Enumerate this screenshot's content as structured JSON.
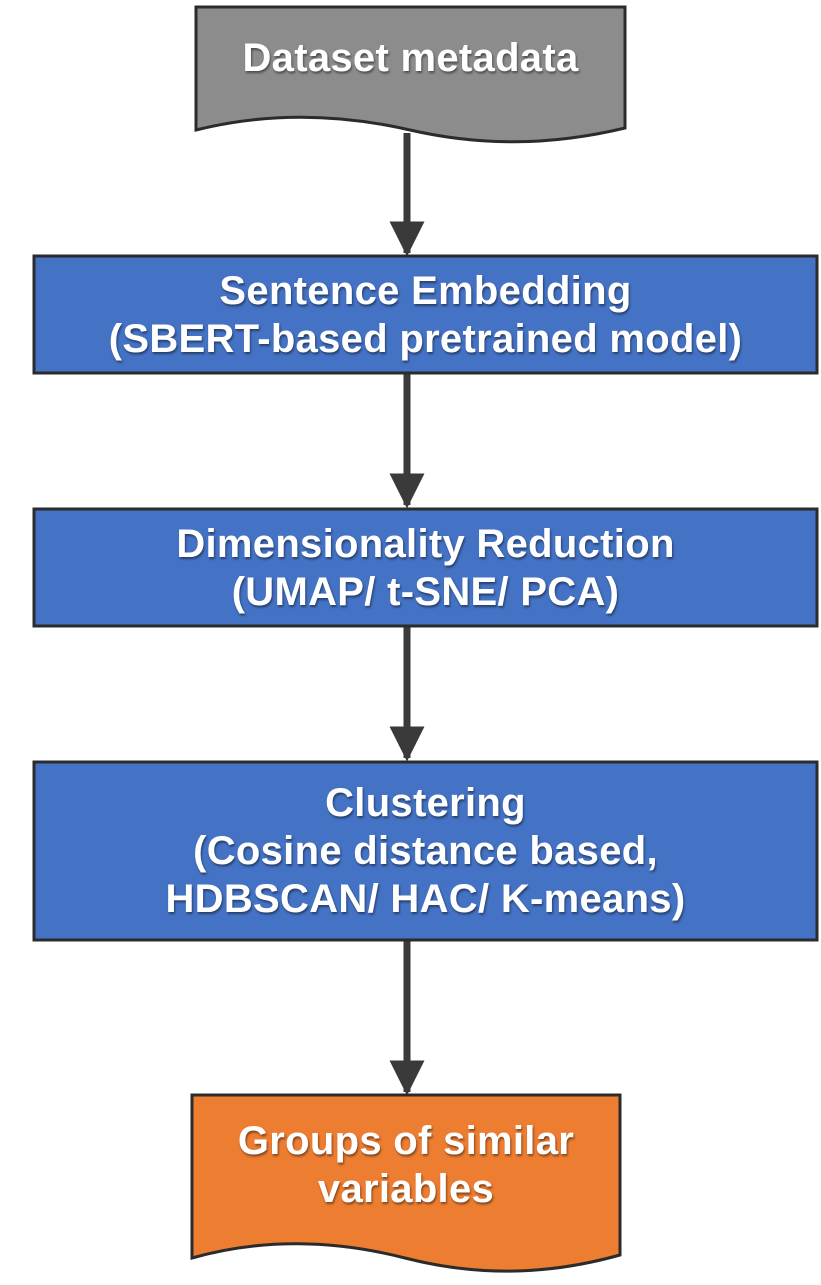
{
  "colors": {
    "start_fill": "#8c8c8c",
    "process_fill": "#4472c4",
    "end_fill": "#ed7d31",
    "border": "#2b2b2b",
    "arrow": "#3a3a3a",
    "text": "#ffffff"
  },
  "nodes": {
    "start": {
      "shape": "document",
      "lines": [
        "Dataset metadata"
      ]
    },
    "embedding": {
      "shape": "process",
      "lines": [
        "Sentence Embedding",
        "(SBERT-based pretrained model)"
      ]
    },
    "reduction": {
      "shape": "process",
      "lines": [
        "Dimensionality Reduction",
        "(UMAP/ t-SNE/ PCA)"
      ]
    },
    "clustering": {
      "shape": "process",
      "lines": [
        "Clustering",
        "(Cosine distance based,",
        "HDBSCAN/ HAC/ K-means)"
      ]
    },
    "output": {
      "shape": "document",
      "lines": [
        "Groups of similar",
        "variables"
      ]
    }
  },
  "edges": [
    {
      "from": "start",
      "to": "embedding"
    },
    {
      "from": "embedding",
      "to": "reduction"
    },
    {
      "from": "reduction",
      "to": "clustering"
    },
    {
      "from": "clustering",
      "to": "output"
    }
  ]
}
